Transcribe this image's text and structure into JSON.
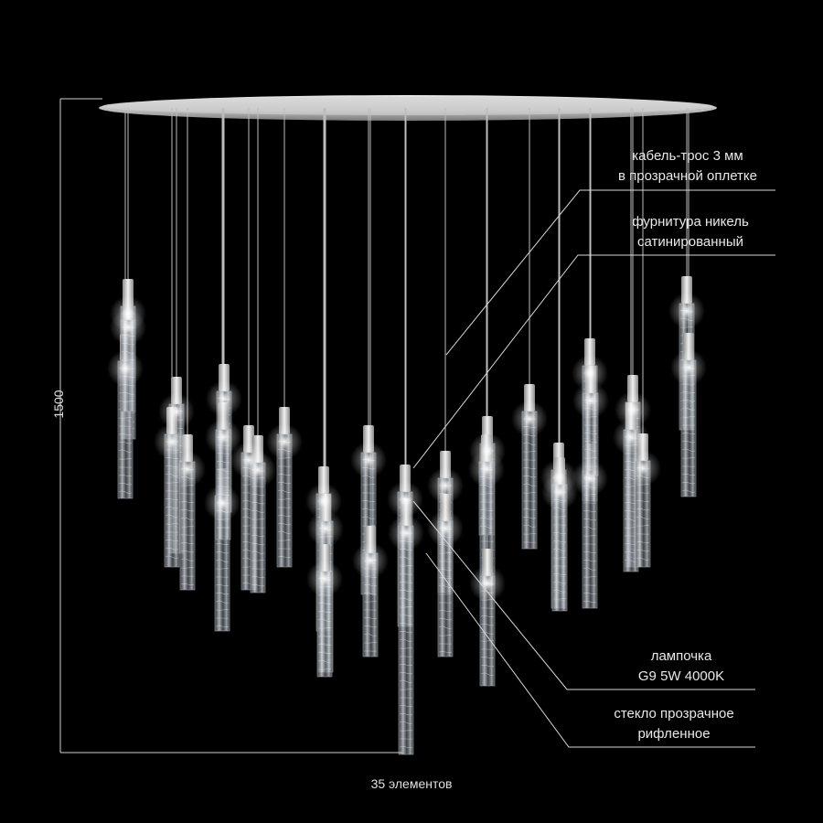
{
  "labels": {
    "cable_line1": "кабель-трос 3 мм",
    "cable_line2": "в прозрачной оплетке",
    "fitting_line1": "фурнитура никель",
    "fitting_line2": "сатинированный",
    "bulb_line1": "лампочка",
    "bulb_line2": "G9 5W 4000K",
    "glass_line1": "стекло прозрачное",
    "glass_line2": "рифленное"
  },
  "dimensions": {
    "height": "1500",
    "count_text": "35 элементов"
  },
  "colors": {
    "background": "#000000",
    "canopy": "#c8c8c8",
    "glass": "#bfc6cc",
    "line": "#d0d0d0",
    "glow": "#ffffff"
  },
  "pendant_count": 35
}
